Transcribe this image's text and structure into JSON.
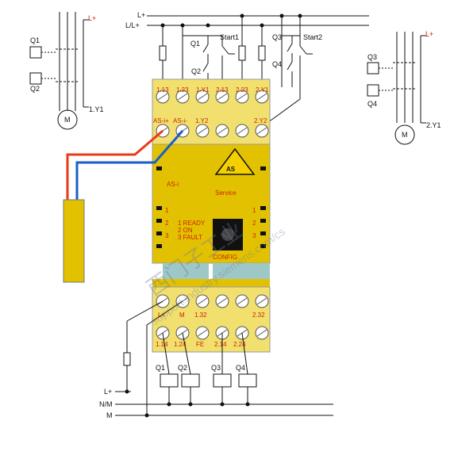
{
  "supply": {
    "l_plus": "L+",
    "l_ll": "L/L+",
    "n_m": "N/M",
    "m": "M"
  },
  "motor_left": {
    "contactor_1": "Q1",
    "contactor_2": "Q2",
    "coil_terminal": "1.Y1",
    "motor": "M"
  },
  "motor_right": {
    "contactor_3": "Q3",
    "contactor_4": "Q4",
    "coil_terminal": "2.Y1",
    "motor": "M"
  },
  "top_labels": {
    "q1": "Q1",
    "q2": "Q2",
    "start1": "Start1",
    "q3": "Q3",
    "q4": "Q4",
    "start2": "Start2"
  },
  "module": {
    "top_row1": [
      "1.13",
      "1.23",
      "1.Y1",
      "2.13",
      "2.23",
      "2.Y1"
    ],
    "top_row2": [
      "AS-i+",
      "AS-i-",
      "1.Y2",
      "",
      "",
      "2.Y2"
    ],
    "bottom_row1": [
      "L+",
      "M",
      "1.32",
      "",
      "",
      "2.32"
    ],
    "bottom_row2": [
      "1.14",
      "1.24",
      "FE",
      "2.14",
      "2.24",
      ""
    ],
    "asi_label": "AS-i",
    "service_label": "Service",
    "config_label": "CONFIG",
    "led_numbers_left": [
      "1",
      "2",
      "3"
    ],
    "led_numbers_right": [
      "1",
      "2",
      "3"
    ],
    "legend": [
      "1 READY",
      "2 ON",
      "3 FAULT"
    ]
  },
  "bottom_coils": [
    "Q1",
    "Q2",
    "Q3",
    "Q4"
  ],
  "bottom_supply": {
    "l_plus": "L+",
    "n_m": "N/M",
    "m": "M"
  },
  "watermark": {
    "line1": "西门子工业",
    "line2": "support.industry.siemens.com/cs"
  },
  "colors": {
    "module_yellow": "#e2c200",
    "terminal_yellow": "#f2e06e",
    "cable_red": "#e83a1a",
    "cable_blue": "#1a5fc8",
    "label_red": "#cc2200",
    "teal": "#9ec8c8"
  }
}
